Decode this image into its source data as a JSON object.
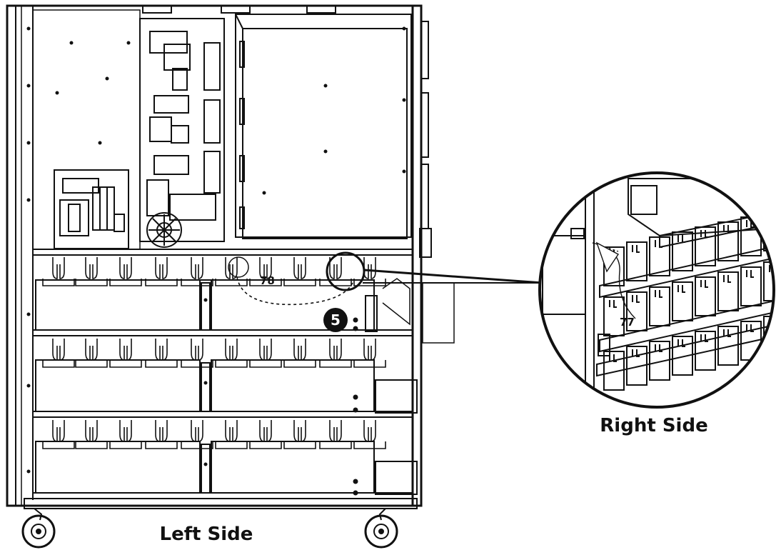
{
  "captions": {
    "left": "Left Side",
    "right": "Right Side"
  },
  "callouts": {
    "left_cable": "78",
    "right_cable": "77",
    "step": "5"
  },
  "colors": {
    "line": "#111111",
    "background": "#ffffff",
    "badge": "#111111",
    "badge_text": "#ffffff"
  },
  "icons": {
    "caster": "caster-wheel-icon",
    "battery_terminal": "battery-terminal-icon",
    "magnifier": "magnifier-circle-icon"
  }
}
